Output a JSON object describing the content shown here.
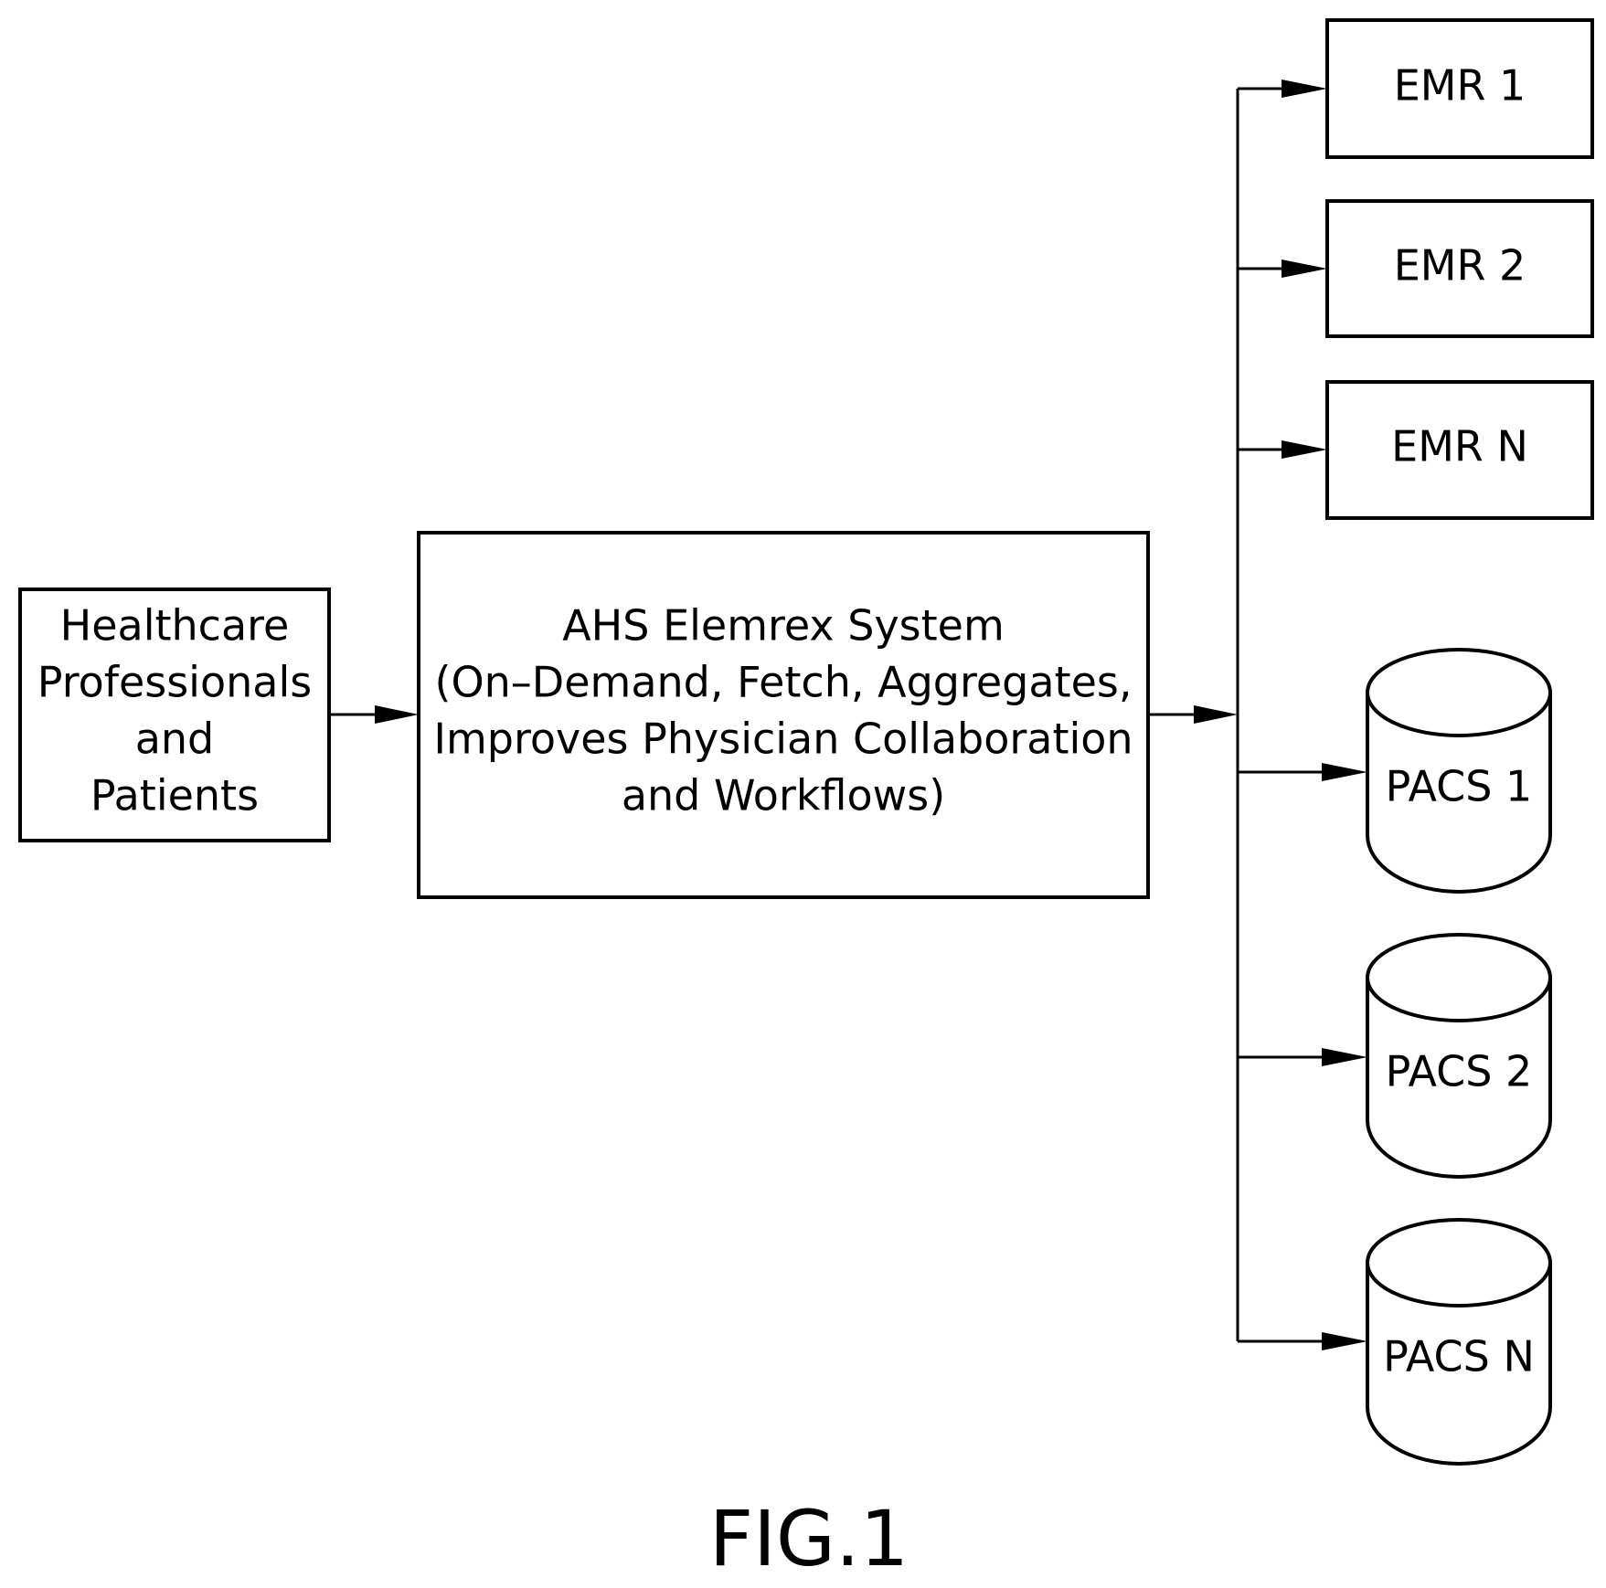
{
  "source_box": {
    "lines": [
      "Healthcare",
      "Professionals",
      "and",
      "Patients"
    ]
  },
  "system_box": {
    "lines": [
      "AHS Elemrex System",
      "(On–Demand, Fetch, Aggregates,",
      "Improves Physician Collaboration",
      "and Workflows)"
    ]
  },
  "emr_boxes": [
    {
      "label": "EMR 1"
    },
    {
      "label": "EMR 2"
    },
    {
      "label": "EMR N"
    }
  ],
  "pacs_databases": [
    {
      "label": "PACS 1"
    },
    {
      "label": "PACS 2"
    },
    {
      "label": "PACS N"
    }
  ],
  "figure_label": "FIG.1"
}
